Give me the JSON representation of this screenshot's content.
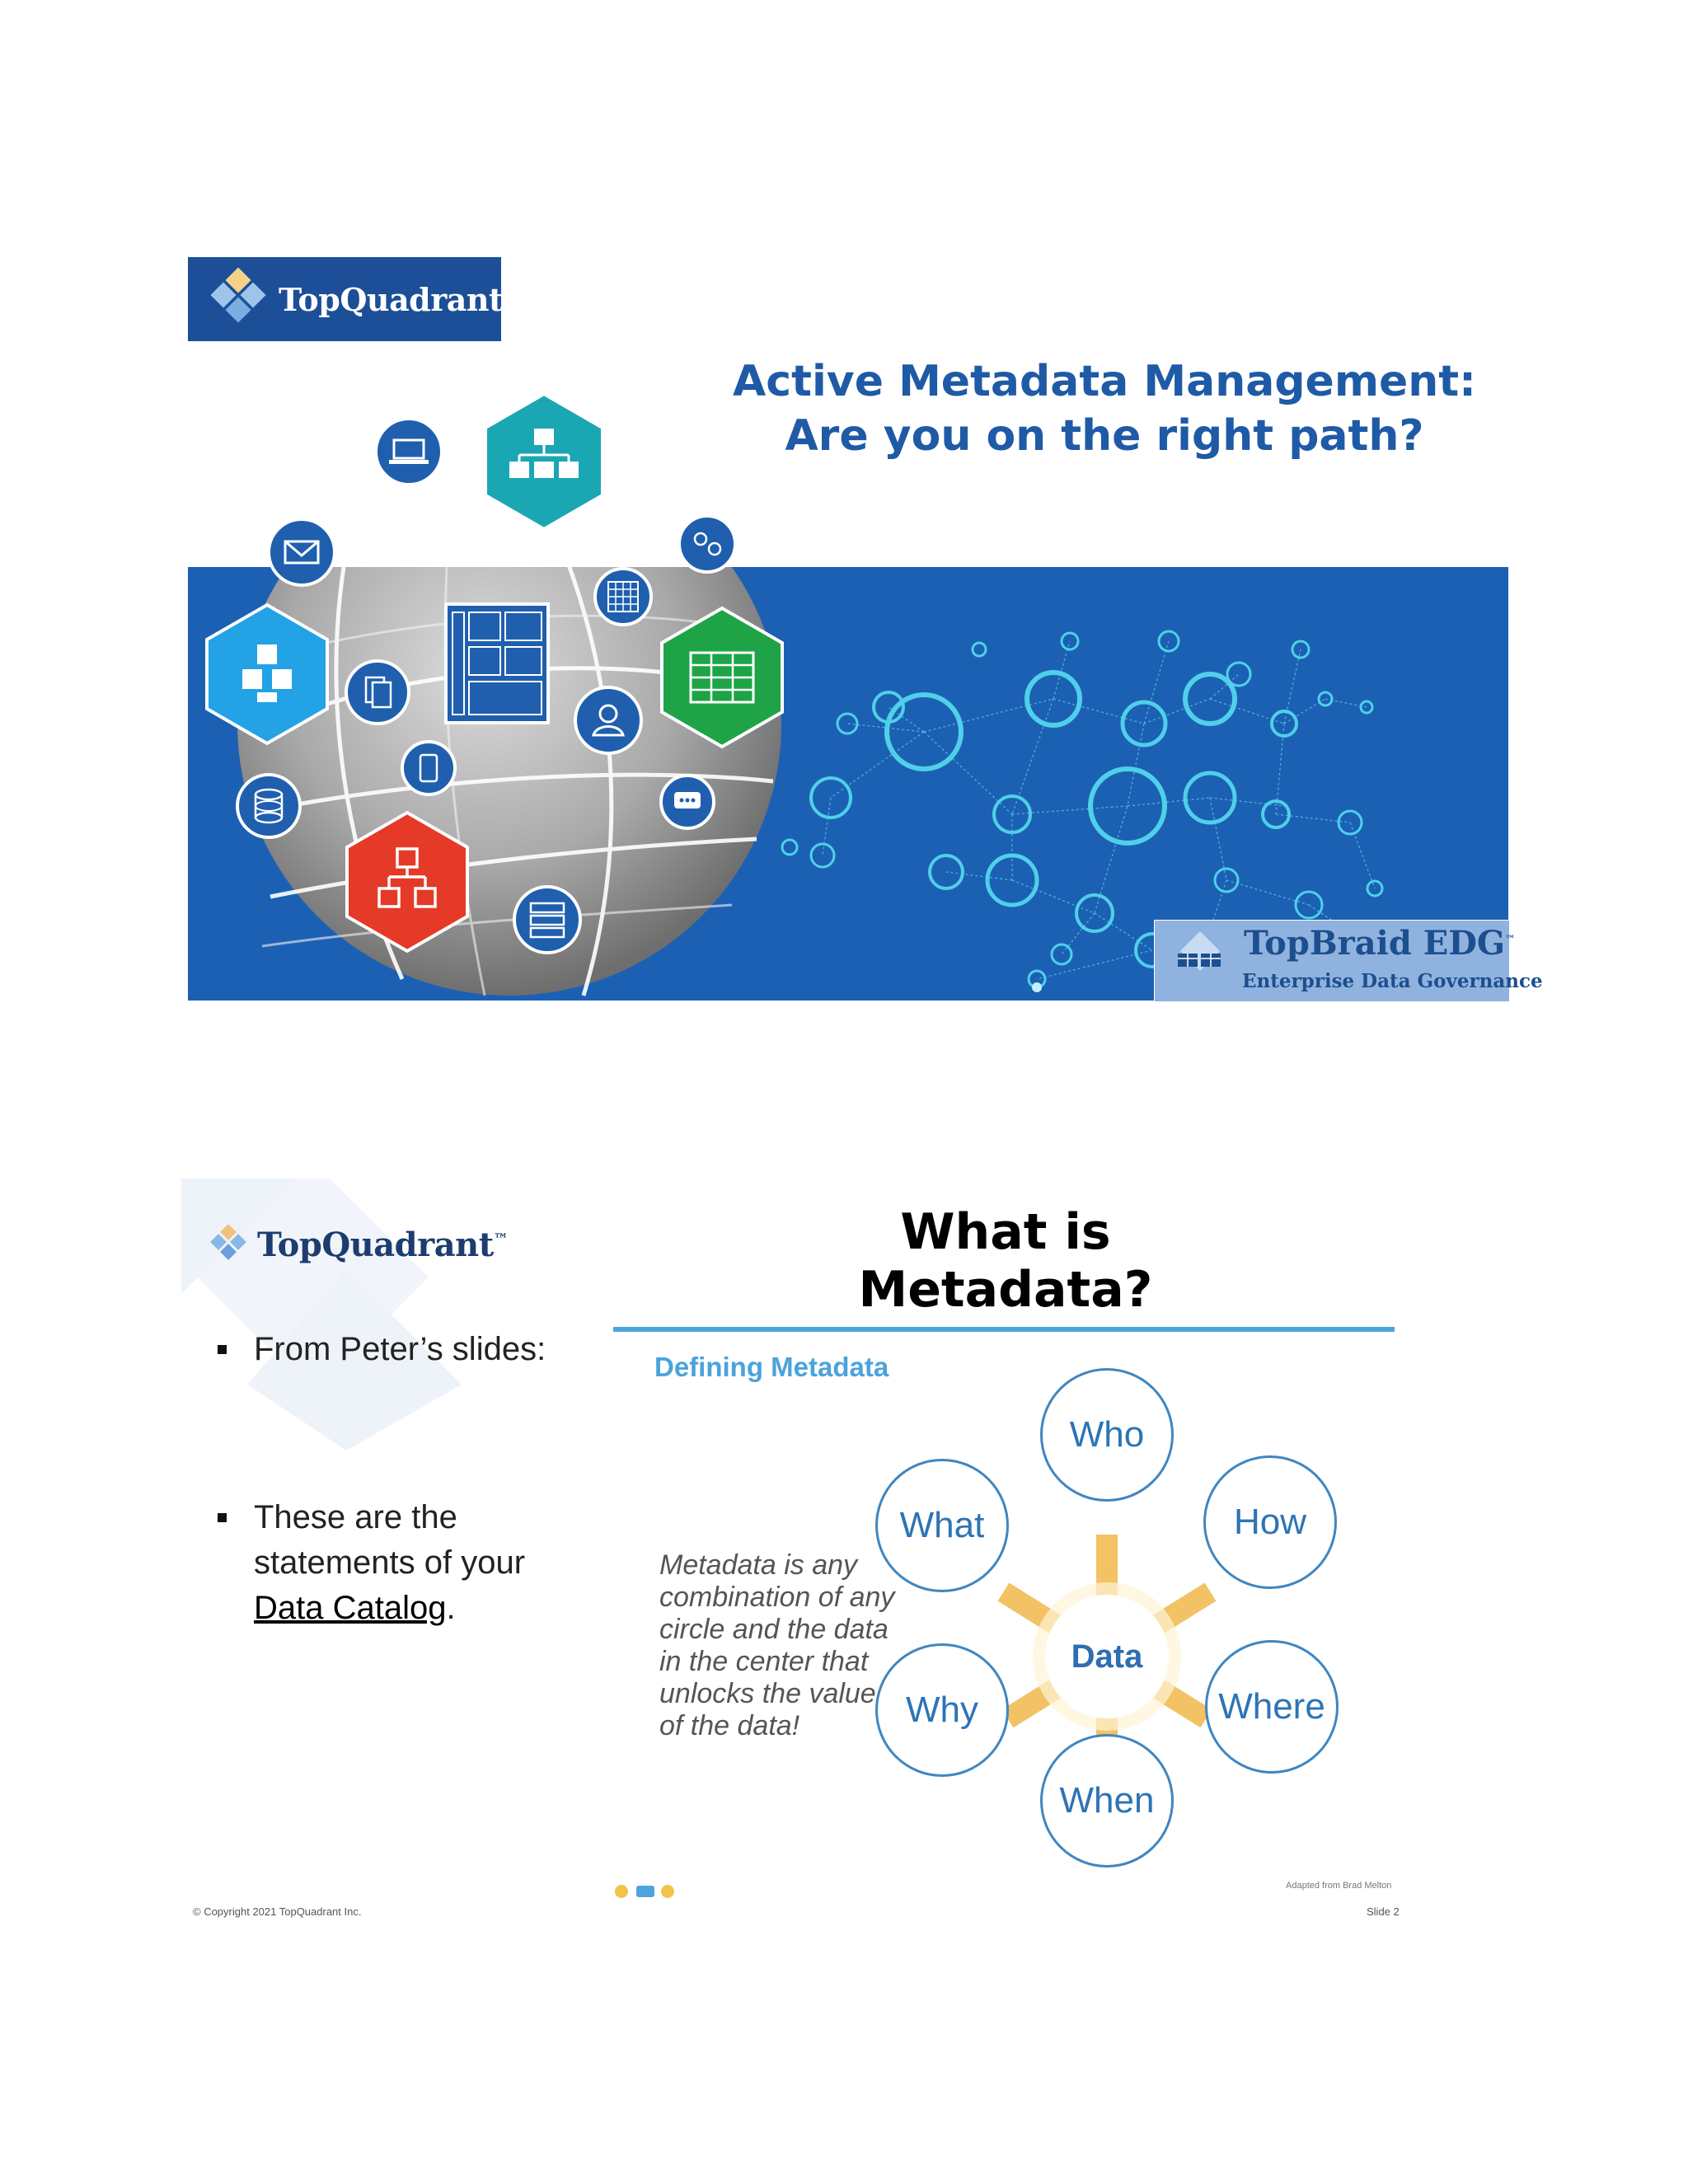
{
  "slide1": {
    "logo": {
      "text": "TopQuadrant",
      "tm": "™"
    },
    "title_line1": "Active Metadata Management:",
    "title_line2": "Are you on the right path?",
    "edg": {
      "title": "TopBraid EDG",
      "tm": "™",
      "subtitle": "Enterprise Data Governance"
    },
    "colors": {
      "brand_blue": "#1c4f97",
      "banner_blue": "#1c60b4",
      "title_blue": "#1f5aa6",
      "network_cyan": "#4fd0e8"
    },
    "icons": [
      "laptop-icon",
      "org-chart-icon",
      "envelope-icon",
      "users-chat-icon",
      "grid-icon",
      "cubes-icon",
      "dashboard-icon",
      "spreadsheet-icon",
      "documents-icon",
      "user-icon",
      "tablet-icon",
      "database-icon",
      "chat-bubble-icon",
      "hierarchy-icon",
      "server-icon"
    ]
  },
  "slide2": {
    "logo": {
      "text": "TopQuadrant",
      "tm": "™"
    },
    "title": "What is Metadata?",
    "bullet1": "From Peter’s slides:",
    "bullet2_text": "These are the statements of your",
    "bullet2_link": "Data Catalog",
    "bullet2_tail": ".",
    "panel": {
      "title": "Defining Metadata",
      "description": "Metadata is any combination of any circle and the data in the center that unlocks the value of the data!",
      "center": "Data",
      "circles": {
        "who": "Who",
        "what": "What",
        "how": "How",
        "why": "Why",
        "where": "Where",
        "when": "When"
      },
      "adapted": "Adapted from Brad Melton"
    },
    "footer_left": "© Copyright 2021  TopQuadrant Inc.",
    "footer_right": "Slide 2"
  }
}
